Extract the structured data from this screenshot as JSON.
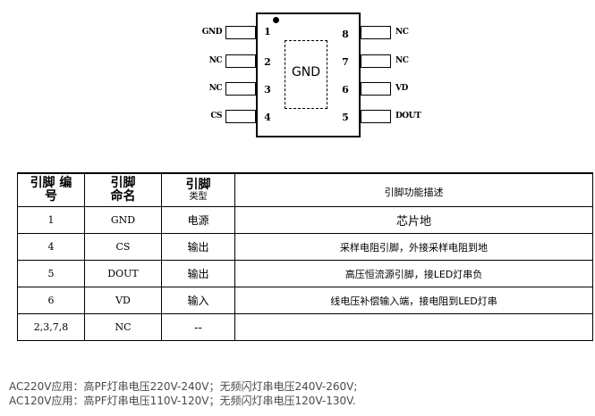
{
  "diagram": {
    "center_label": "GND",
    "left_pins": [
      {
        "num": "1",
        "name": "GND"
      },
      {
        "num": "2",
        "name": "NC"
      },
      {
        "num": "3",
        "name": "NC"
      },
      {
        "num": "4",
        "name": "CS"
      }
    ],
    "right_pins": [
      {
        "num": "8",
        "name": "NC"
      },
      {
        "num": "7",
        "name": "NC"
      },
      {
        "num": "6",
        "name": "VD"
      },
      {
        "num": "5",
        "name": "DOUT"
      }
    ]
  },
  "table": {
    "headers": {
      "pin_no_line1": "引脚 编",
      "pin_no_line2": "号",
      "pin_name_line1": "引脚",
      "pin_name_line2": "命名",
      "pin_type_line1": "引脚",
      "pin_type_line2": "类型",
      "description": "引脚功能描述"
    },
    "rows": [
      {
        "num": "1",
        "name": "GND",
        "type": "电源",
        "desc": "芯片地"
      },
      {
        "num": "4",
        "name": "CS",
        "type": "输出",
        "desc": "采样电阻引脚，外接采样电阻到地"
      },
      {
        "num": "5",
        "name": "DOUT",
        "type": "输出",
        "desc": "高压恒流源引脚，接LED灯串负"
      },
      {
        "num": "6",
        "name": "VD",
        "type": "输入",
        "desc": "线电压补偿输入端，接电阻到LED灯串"
      },
      {
        "num": "2,3,7,8",
        "name": "NC",
        "type": "--",
        "desc": ""
      }
    ]
  },
  "notes": [
    "AC220V应用：高PF灯串电压220V-240V；无频闪灯串电压240V-260V;",
    "AC120V应用：高PF灯串电压110V-120V；无频闪灯串电压120V-130V."
  ]
}
